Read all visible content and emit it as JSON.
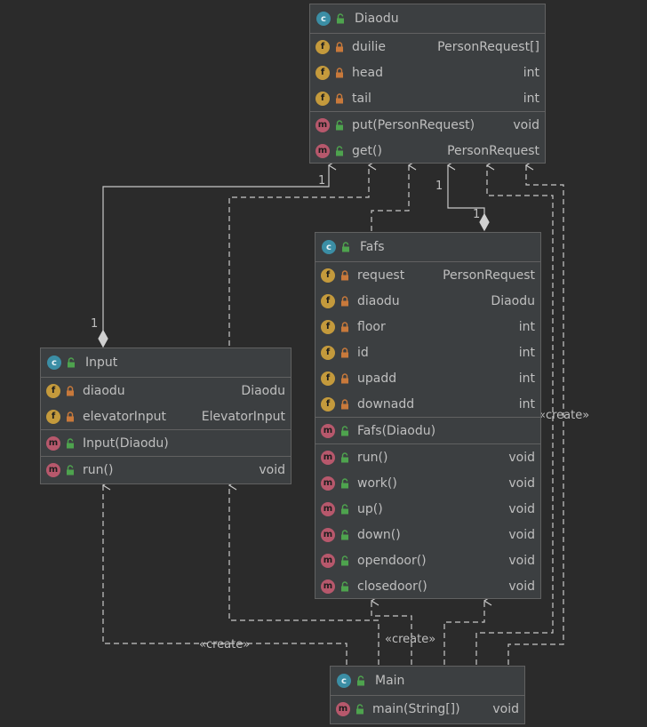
{
  "classes": {
    "diaodu": {
      "name": "Diaodu",
      "fields": [
        {
          "name": "duilie",
          "type": "PersonRequest[]"
        },
        {
          "name": "head",
          "type": "int"
        },
        {
          "name": "tail",
          "type": "int"
        }
      ],
      "methods": [
        {
          "name": "put(PersonRequest)",
          "type": "void"
        },
        {
          "name": "get()",
          "type": "PersonRequest"
        }
      ]
    },
    "fafs": {
      "name": "Fafs",
      "fields": [
        {
          "name": "request",
          "type": "PersonRequest"
        },
        {
          "name": "diaodu",
          "type": "Diaodu"
        },
        {
          "name": "floor",
          "type": "int"
        },
        {
          "name": "id",
          "type": "int"
        },
        {
          "name": "upadd",
          "type": "int"
        },
        {
          "name": "downadd",
          "type": "int"
        }
      ],
      "constructors": [
        {
          "name": "Fafs(Diaodu)",
          "type": ""
        }
      ],
      "methods": [
        {
          "name": "run()",
          "type": "void"
        },
        {
          "name": "work()",
          "type": "void"
        },
        {
          "name": "up()",
          "type": "void"
        },
        {
          "name": "down()",
          "type": "void"
        },
        {
          "name": "opendoor()",
          "type": "void"
        },
        {
          "name": "closedoor()",
          "type": "void"
        }
      ]
    },
    "input": {
      "name": "Input",
      "fields": [
        {
          "name": "diaodu",
          "type": "Diaodu"
        },
        {
          "name": "elevatorInput",
          "type": "ElevatorInput"
        }
      ],
      "constructors": [
        {
          "name": "Input(Diaodu)",
          "type": ""
        }
      ],
      "methods": [
        {
          "name": "run()",
          "type": "void"
        }
      ]
    },
    "main": {
      "name": "Main",
      "methods": [
        {
          "name": "main(String[])",
          "type": "void"
        }
      ]
    }
  },
  "labels": {
    "create_fafs": "«create»",
    "create_input": "«create»",
    "create_main_fafs": "«create»",
    "mult_input_diaodu_src": "1",
    "mult_input_diaodu_dst": "1",
    "mult_fafs_diaodu_src": "1",
    "mult_fafs_diaodu_dst": "1"
  },
  "icons": {
    "class": "class-icon",
    "field": "field-icon",
    "method": "method-icon",
    "public": "public-lock-icon",
    "private": "private-lock-icon"
  },
  "colors": {
    "background": "#2b2b2b",
    "panel": "#3c3f41",
    "border": "#616161",
    "text": "#bfbfbf",
    "class_icon": "#3b8ea5",
    "field_icon": "#c49a3c",
    "method_icon": "#b7586c",
    "public": "#4ea34e",
    "private": "#c8793b"
  }
}
